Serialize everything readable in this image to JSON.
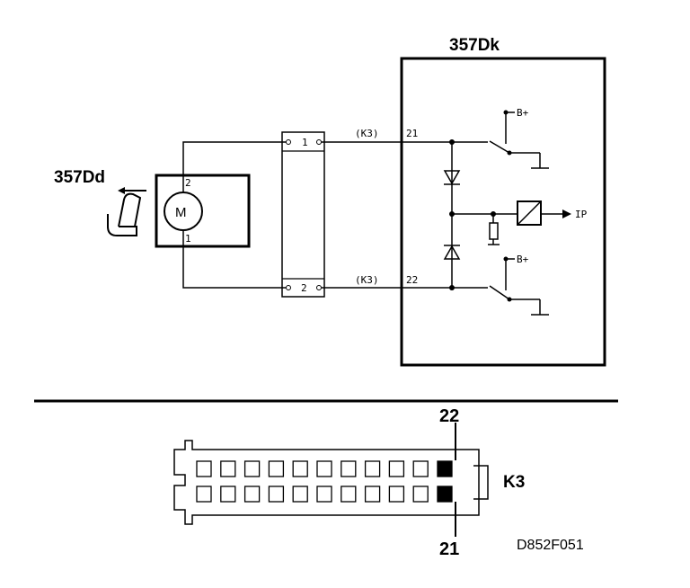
{
  "labels": {
    "unit_title": "357Dk",
    "component_ref": "357Dd",
    "motor_symbol": "M",
    "motor_pin_top": "2",
    "motor_pin_bottom": "1",
    "connector_pin_top": "1",
    "connector_pin_bottom": "2",
    "harness_top": "(K3)",
    "harness_bottom": "(K3)",
    "terminal_top": "21",
    "terminal_bottom": "22",
    "supply_top": "B+",
    "supply_bottom": "B+",
    "output_signal": "IP"
  },
  "connector_view": {
    "pin_top_label": "22",
    "pin_bottom_label": "21",
    "connector_name": "K3",
    "figure_code": "D852F051"
  },
  "colors": {
    "ink": "#000000",
    "paper": "#ffffff"
  }
}
